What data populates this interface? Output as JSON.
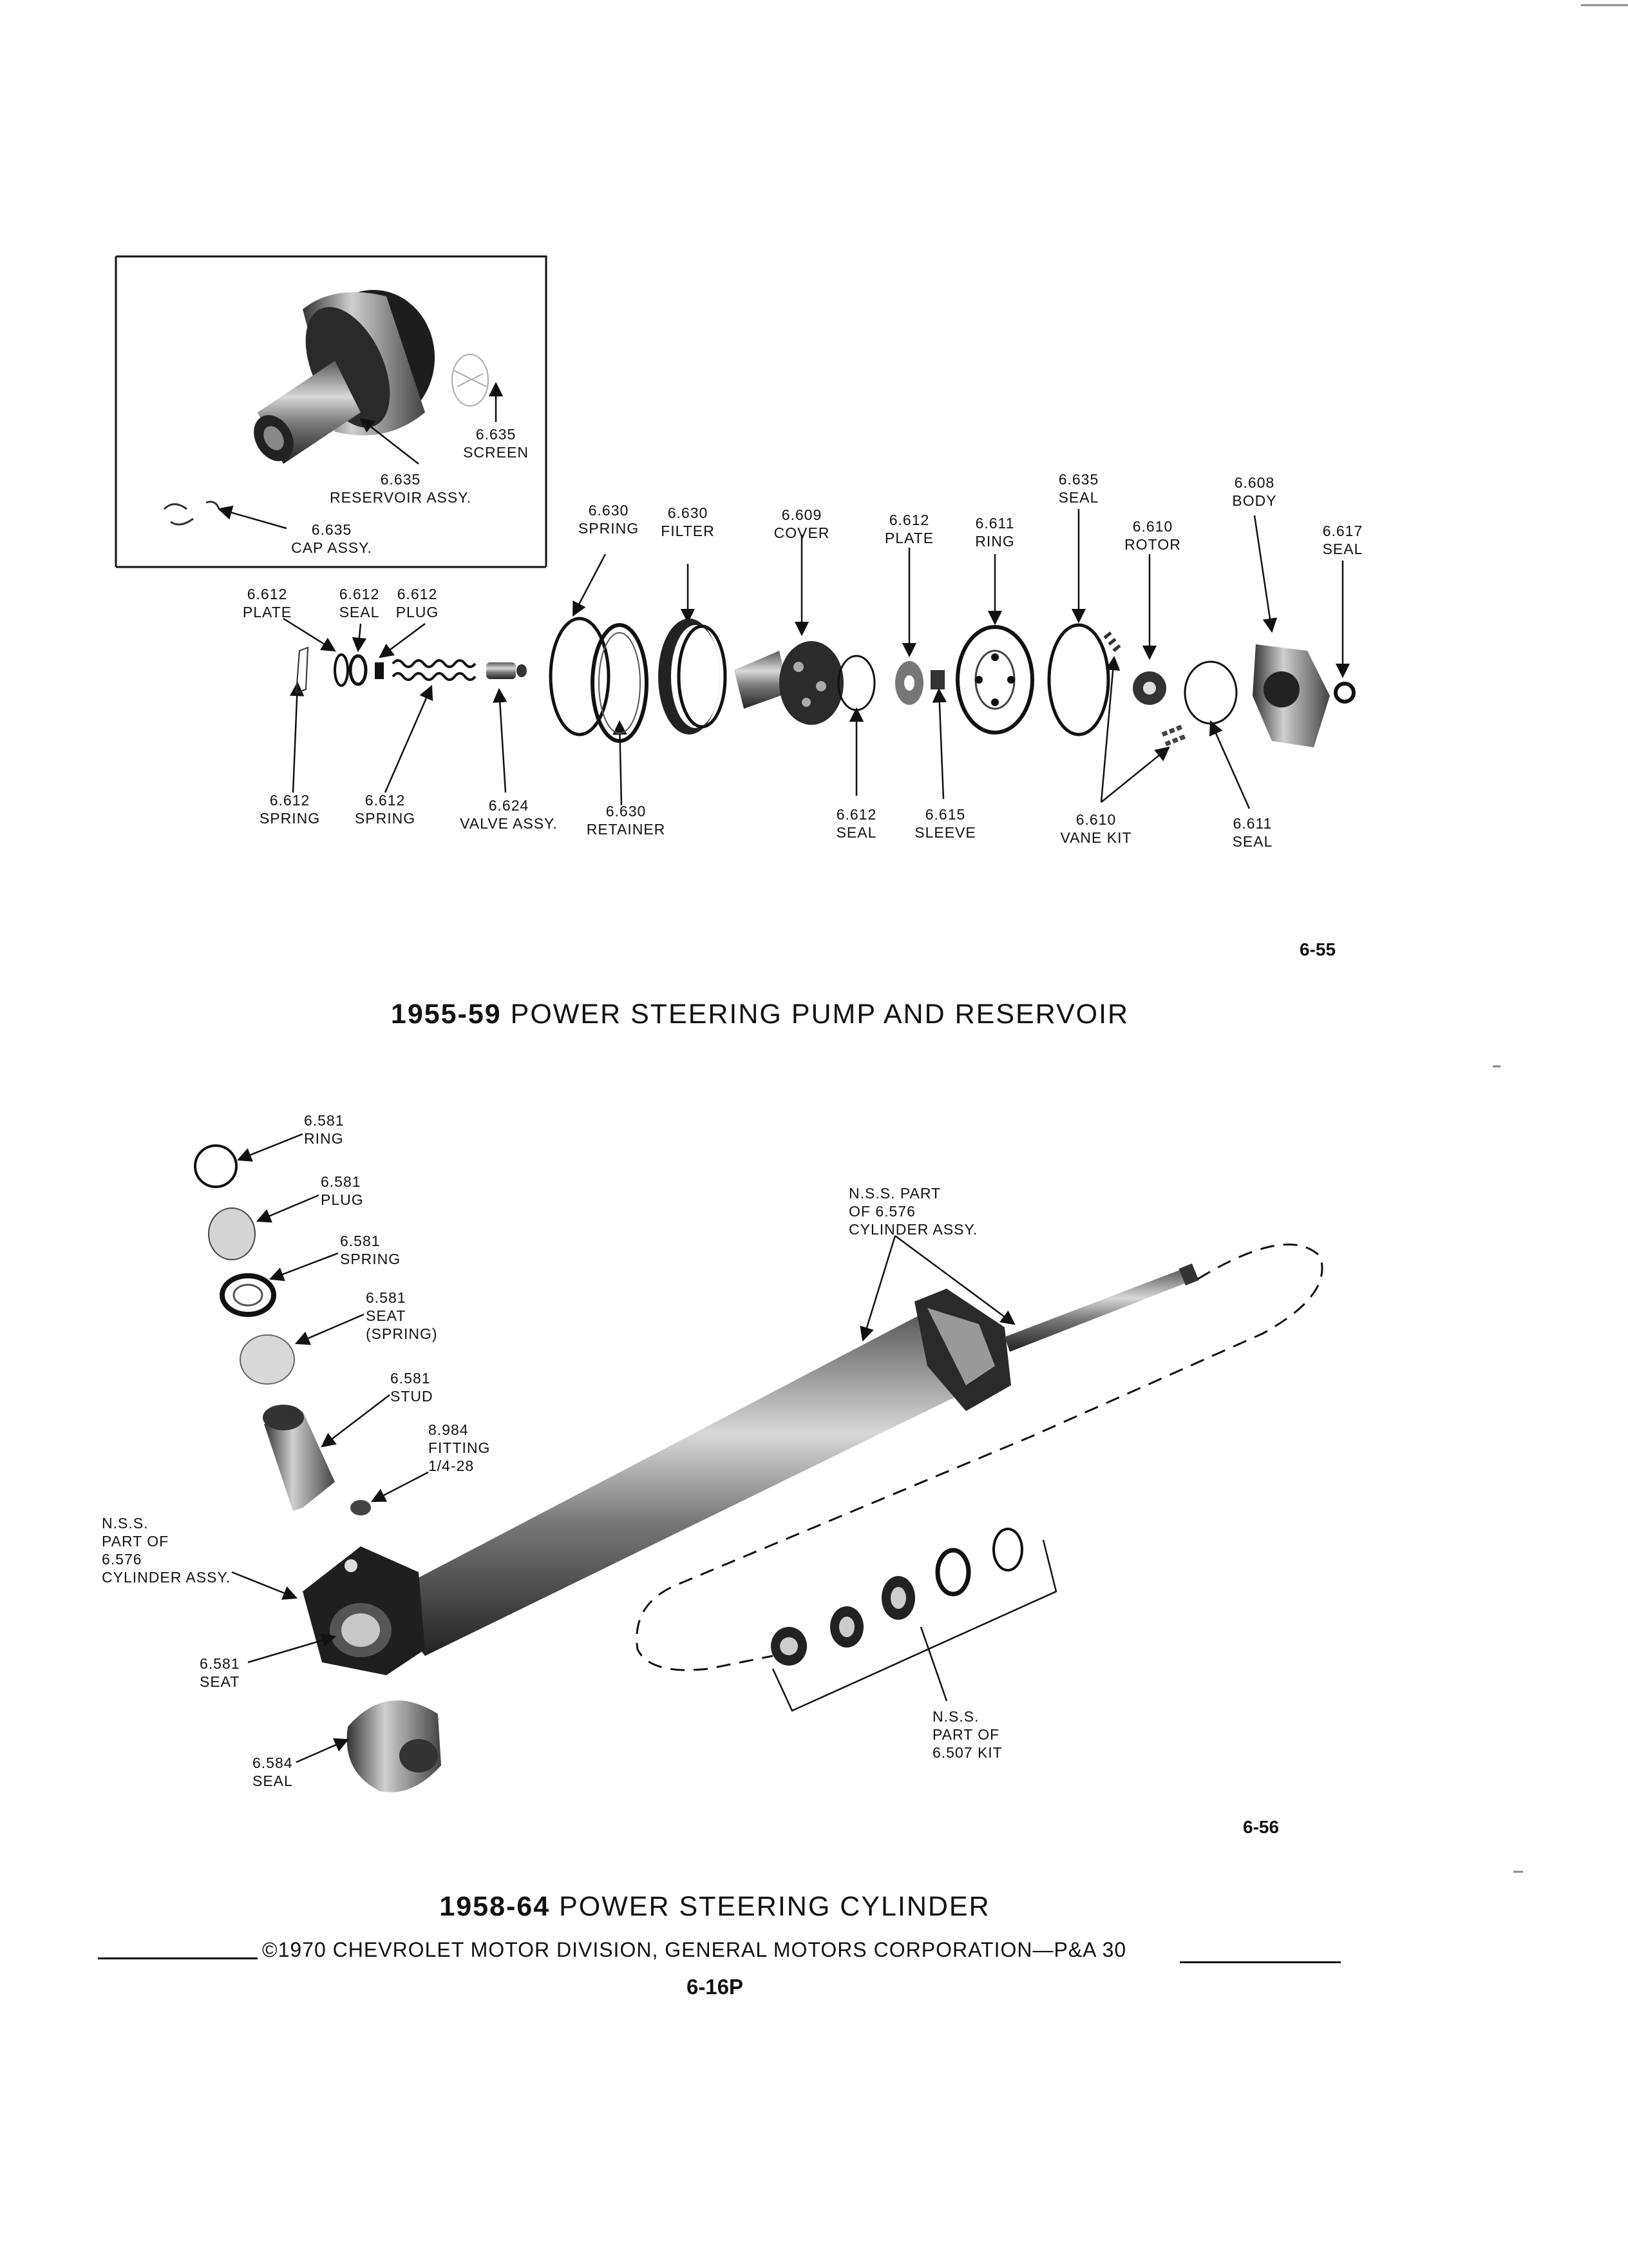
{
  "top_diagram": {
    "title_years": "1955-59",
    "title_text": "POWER STEERING PUMP AND RESERVOIR",
    "figure_number": "6-55",
    "callouts": {
      "screen": [
        "6.635",
        "SCREEN"
      ],
      "reservoir_assy": [
        "6.635",
        "RESERVOIR ASSY."
      ],
      "cap_assy": [
        "6.635",
        "CAP ASSY."
      ],
      "plate_left": [
        "6.612",
        "PLATE"
      ],
      "seal_left": [
        "6.612",
        "SEAL"
      ],
      "plug": [
        "6.612",
        "PLUG"
      ],
      "spring_630": [
        "6.630",
        "SPRING"
      ],
      "filter": [
        "6.630",
        "FILTER"
      ],
      "cover": [
        "6.609",
        "COVER"
      ],
      "plate_mid": [
        "6.612",
        "PLATE"
      ],
      "ring_611": [
        "6.611",
        "RING"
      ],
      "seal_635": [
        "6.635",
        "SEAL"
      ],
      "rotor": [
        "6.610",
        "ROTOR"
      ],
      "body": [
        "6.608",
        "BODY"
      ],
      "seal_617": [
        "6.617",
        "SEAL"
      ],
      "spring_a": [
        "6.612",
        "SPRING"
      ],
      "spring_b": [
        "6.612",
        "SPRING"
      ],
      "valve_assy": [
        "6.624",
        "VALVE ASSY."
      ],
      "retainer": [
        "6.630",
        "RETAINER"
      ],
      "seal_612": [
        "6.612",
        "SEAL"
      ],
      "sleeve": [
        "6.615",
        "SLEEVE"
      ],
      "vane_kit": [
        "6.610",
        "VANE KIT"
      ],
      "seal_611": [
        "6.611",
        "SEAL"
      ]
    }
  },
  "bottom_diagram": {
    "title_years": "1958-64",
    "title_text": "POWER STEERING CYLINDER",
    "figure_number": "6-56",
    "callouts": {
      "ring_581": [
        "6.581",
        "RING"
      ],
      "plug_581": [
        "6.581",
        "PLUG"
      ],
      "spring_581": [
        "6.581",
        "SPRING"
      ],
      "seat_spring": [
        "6.581",
        "SEAT",
        "(SPRING)"
      ],
      "stud": [
        "6.581",
        "STUD"
      ],
      "fitting": [
        "8.984",
        "FITTING",
        "1/4-28"
      ],
      "nss_cyl_top": [
        "N.S.S. PART",
        "OF 6.576",
        "CYLINDER ASSY."
      ],
      "nss_cyl_left": [
        "N.S.S.",
        "PART OF",
        "6.576",
        "CYLINDER ASSY."
      ],
      "seat_581": [
        "6.581",
        "SEAT"
      ],
      "seal_584": [
        "6.584",
        "SEAL"
      ],
      "nss_kit": [
        "N.S.S.",
        "PART OF",
        "6.507 KIT"
      ]
    }
  },
  "footer": {
    "copyright": "©1970 CHEVROLET MOTOR DIVISION, GENERAL MOTORS CORPORATION—P&A 30",
    "page_number": "6-16P"
  }
}
